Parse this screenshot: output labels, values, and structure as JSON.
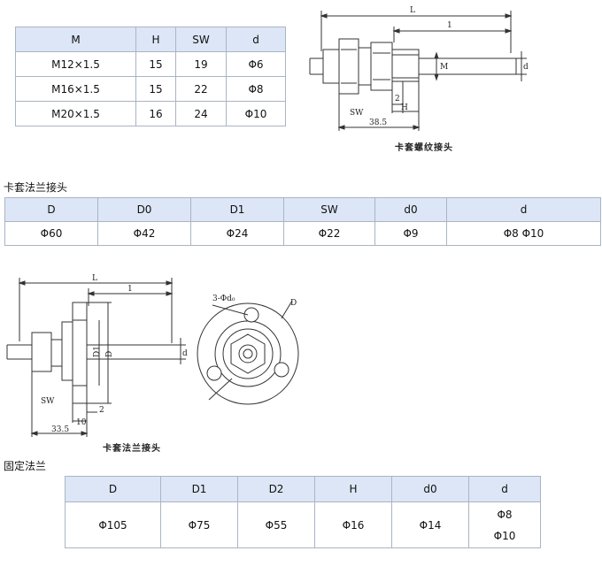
{
  "table1": {
    "headers": [
      "M",
      "H",
      "SW",
      "d"
    ],
    "rows": [
      [
        "M12×1.5",
        "15",
        "19",
        "Φ6"
      ],
      [
        "M16×1.5",
        "15",
        "22",
        "Φ8"
      ],
      [
        "M20×1.5",
        "16",
        "24",
        "Φ10"
      ]
    ]
  },
  "drawing1": {
    "caption": "卡套螺纹接头",
    "labels": {
      "L": "L",
      "l": "1",
      "M": "M",
      "d": "d",
      "two": "2",
      "H": "H",
      "SW": "SW",
      "dim": "38.5"
    }
  },
  "section2": {
    "title": "卡套法兰接头",
    "headers": [
      "D",
      "D0",
      "D1",
      "SW",
      "d0",
      "d"
    ],
    "row": [
      "Φ60",
      "Φ42",
      "Φ24",
      "Φ22",
      "Φ9",
      "Φ8 Φ10"
    ]
  },
  "drawing2": {
    "caption": "卡套法兰接头",
    "labels": {
      "L": "L",
      "l": "1",
      "D1": "D1",
      "D": "D",
      "d": "d",
      "SW": "SW",
      "two": "2",
      "ten": "10",
      "dim": "33.5",
      "holes": "3-Φd₀",
      "Dcircle": "D"
    }
  },
  "section3": {
    "title": "固定法兰",
    "headers": [
      "D",
      "D1",
      "D2",
      "H",
      "d0",
      "d"
    ],
    "row": [
      "Φ105",
      "Φ75",
      "Φ55",
      "Φ16",
      "Φ14"
    ],
    "d_values": [
      "Φ8",
      "Φ10"
    ]
  }
}
